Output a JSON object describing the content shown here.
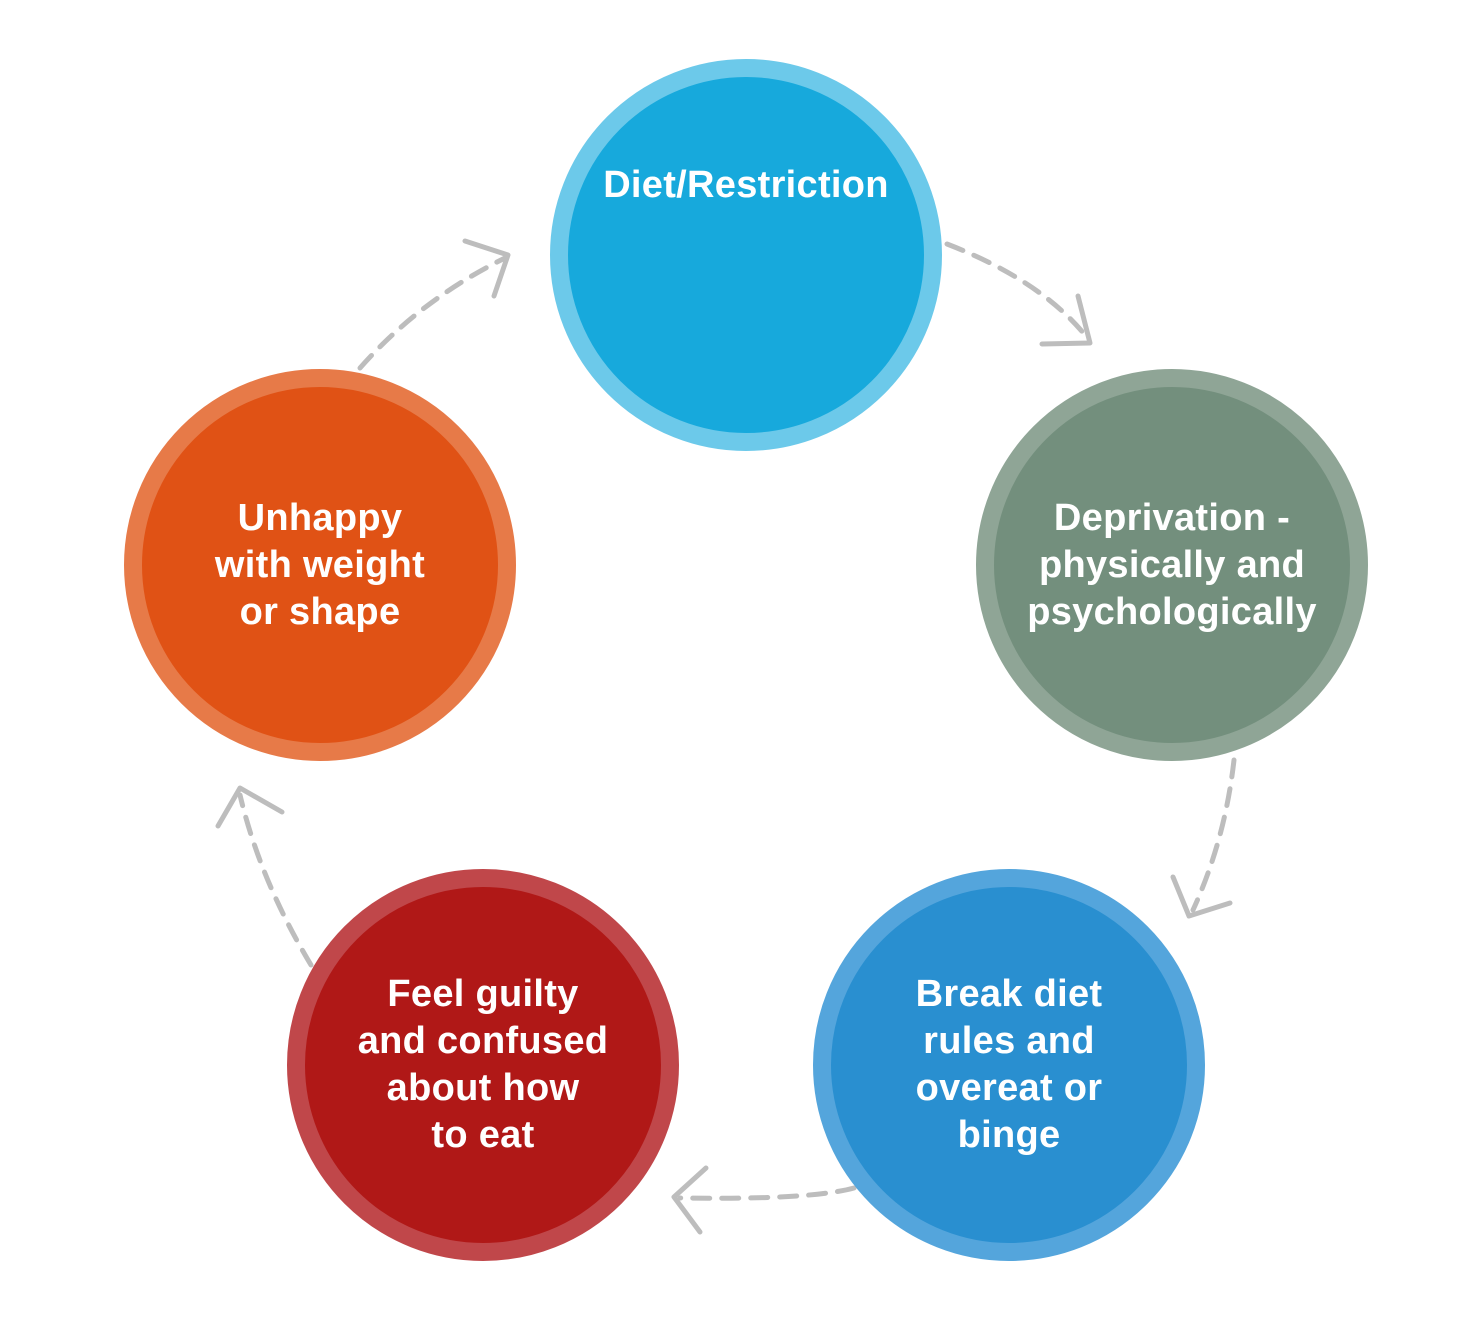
{
  "cycle": {
    "nodes": [
      {
        "label": "Diet/Restriction",
        "fill": "#17a9dc",
        "ring": "#6cc9ea"
      },
      {
        "label": "Deprivation -\nphysically and\npsychologically",
        "fill": "#738f7d",
        "ring": "#8fa596"
      },
      {
        "label": "Break diet\nrules and\novereat or\nbinge",
        "fill": "#298fd0",
        "ring": "#54a5dc"
      },
      {
        "label": "Feel guilty\nand confused\nabout how\nto eat",
        "fill": "#b01817",
        "ring": "#c0474a"
      },
      {
        "label": "Unhappy\nwith weight\nor shape",
        "fill": "#e05215",
        "ring": "#e77a48"
      }
    ],
    "arrow_color": "#bdbdbd"
  }
}
